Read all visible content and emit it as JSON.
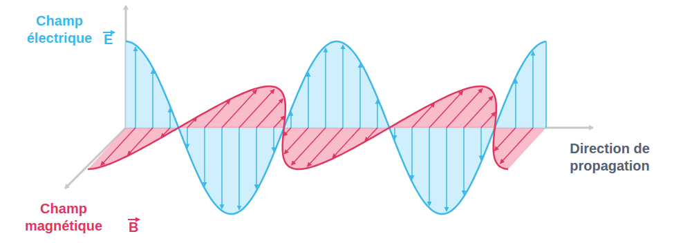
{
  "diagram": {
    "labels": [
      "Champ électrique",
      "E",
      "Champ magnétique",
      "B",
      "Direction de propagation"
    ]
  }
}
